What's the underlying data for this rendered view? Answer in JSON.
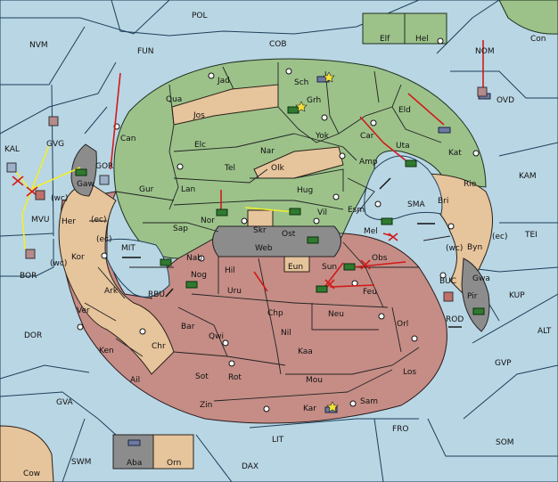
{
  "map": {
    "regions": {
      "pol": "POL",
      "fun": "FUN",
      "nvm": "NVM",
      "cob": "COB",
      "elf": "Elf",
      "hel": "Hel",
      "con": "Con",
      "nom": "NOM",
      "ovd": "OVD",
      "kam": "KAM",
      "tei": "TEI",
      "kup": "KUP",
      "alt": "ALT",
      "gvp": "GVP",
      "som": "SOM",
      "fro": "FRO",
      "lit": "LIT",
      "dax": "DAX",
      "swm": "SWM",
      "cow": "Cow",
      "aba": "Aba",
      "orn": "Orn",
      "gva": "GVA",
      "dor": "DOR",
      "bor": "BOR",
      "kal": "KAL",
      "gvg": "GVG",
      "mvu": "MVU",
      "gor": "GOR",
      "gaw": "Gaw",
      "can": "Can",
      "jad": "Jad",
      "qua": "Qua",
      "jos": "Jos",
      "sch": "Sch",
      "grh": "Grh",
      "eld": "Eld",
      "kat": "Kat",
      "uta": "Uta",
      "car": "Car",
      "yok": "Yok",
      "elc": "Elc",
      "nar": "Nar",
      "tel": "Tel",
      "olk": "Olk",
      "amp": "Amp",
      "rie": "Rie",
      "bri": "Bri",
      "gur": "Gur",
      "lan": "Lan",
      "hug": "Hug",
      "esm": "Esm",
      "sma": "SMA",
      "nor": "Nor",
      "vil": "Vil",
      "sap": "Sap",
      "skr": "Skr",
      "ost": "Ost",
      "web": "Web",
      "mel": "Mel",
      "byn": "Byn",
      "her": "Her",
      "kor": "Kor",
      "mit": "MIT",
      "nab": "Nab",
      "eun": "Eun",
      "sun": "Sun",
      "obs": "Obs",
      "gwa": "Gwa",
      "buc": "BUC",
      "rbu": "RBU",
      "nog": "Nog",
      "hil": "Hil",
      "uru": "Uru",
      "feu": "Feu",
      "pir": "Pir",
      "ark": "Ark",
      "ver": "Ver",
      "chp": "Chp",
      "neu": "Neu",
      "rod": "ROD",
      "bar": "Bar",
      "qwi": "Qwi",
      "nil": "Nil",
      "orl": "Orl",
      "ken": "Ken",
      "chr": "Chr",
      "kaa": "Kaa",
      "ail": "Ail",
      "sot": "Sot",
      "rot": "Rot",
      "mou": "Mou",
      "los": "Los",
      "zin": "Zin",
      "kar": "Kar",
      "sam": "Sam"
    },
    "coast_tags": {
      "gaw_wc": "(wc)",
      "her_ec": "(ec)",
      "kor_ec": "(ec)",
      "kor_wc": "(wc)",
      "byn_wc": "(wc)",
      "byn_ec": "(ec)"
    }
  }
}
